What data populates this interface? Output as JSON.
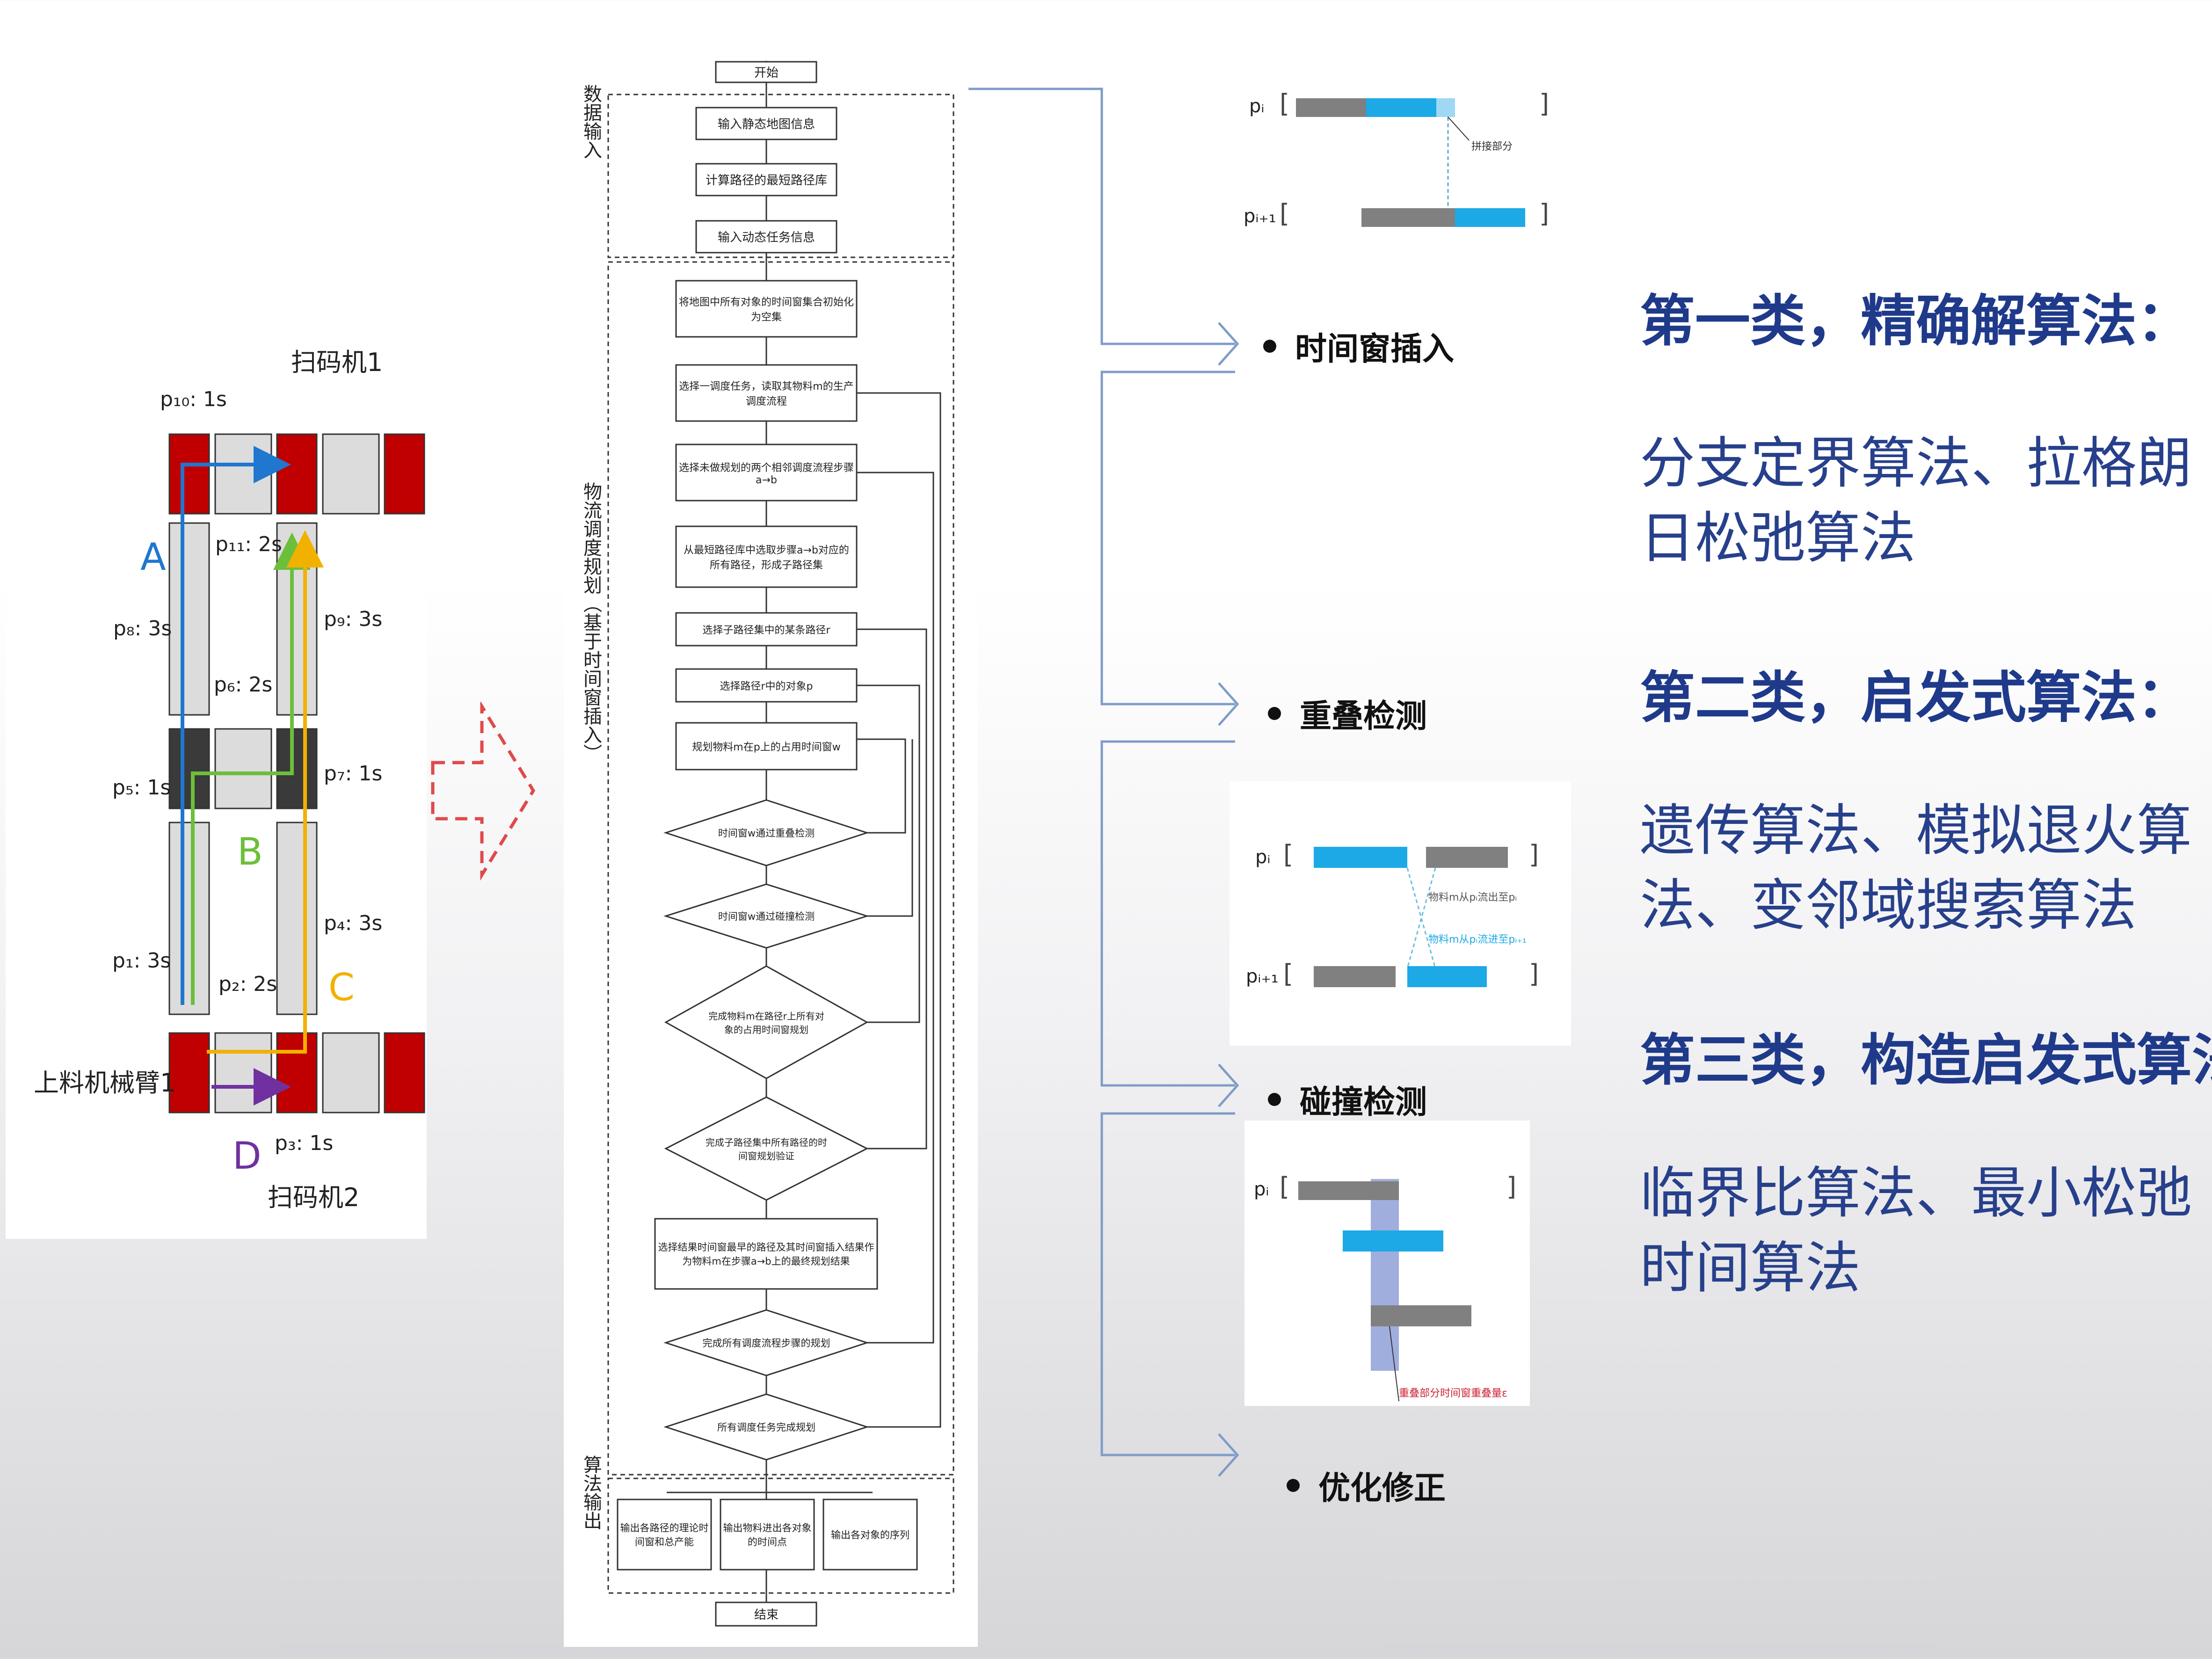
{
  "left_diagram": {
    "scanner1": "扫码机1",
    "scanner2": "扫码机2",
    "loader": "上料机械臂1",
    "labels": {
      "A": "A",
      "B": "B",
      "C": "C",
      "D": "D",
      "p10": "p₁₀: 1s",
      "p11": "p₁₁: 2s",
      "p8": "p₈: 3s",
      "p9": "p₉: 3s",
      "p6": "p₆: 2s",
      "p5": "p₅: 1s",
      "p7": "p₇: 1s",
      "p1": "p₁: 3s",
      "p2": "p₂: 2s",
      "p4": "p₄: 3s",
      "p3": "p₃: 1s"
    },
    "colors": {
      "red": "#c00000",
      "dark": "#3a3a3a",
      "light": "#dcdcdc",
      "A": "#1f77d0",
      "B": "#6cbf3a",
      "C": "#f2b100",
      "D": "#7030a0"
    }
  },
  "flowchart": {
    "start": "开始",
    "end": "结束",
    "sections": {
      "input": "数据输入",
      "plan": "物流调度规划（基于时间窗插入）",
      "output": "算法输出"
    },
    "input_steps": [
      "输入静态地图信息",
      "计算路径的最短路径库",
      "输入动态任务信息"
    ],
    "plan_steps": [
      "将地图中所有对象的时间窗集合初始化为空集",
      "选择一调度任务，读取其物料m的生产调度流程",
      "选择未做规划的两个相邻调度流程步骤a→b",
      "从最短路径库中选取步骤a→b对应的所有路径，形成子路径集",
      "选择子路径集中的某条路径r",
      "选择路径r中的对象p",
      "规划物料m在p上的占用时间窗w"
    ],
    "decisions": [
      "时间窗w通过重叠检测",
      "时间窗w通过碰撞检测",
      "完成物料m在路径r上所有对象的占用时间窗规划",
      "完成子路径集中所有路径的时间窗规划验证",
      "完成所有调度流程步骤的规划",
      "所有调度任务完成规划"
    ],
    "select_step": "选择结果时间窗最早的路径及其时间窗插入结果作为物料m在步骤a→b上的最终规划结果",
    "outputs": [
      "输出各路径的理论时间窗和总产能",
      "输出物料进出各对象的时间点",
      "输出各对象的序列"
    ]
  },
  "bullets": [
    "时间窗插入",
    "重叠检测",
    "碰撞检测",
    "优化修正"
  ],
  "timeline": {
    "pi": "pᵢ",
    "pi1": "pᵢ₊₁",
    "note1": "拼接部分",
    "note2a": "物料m从pᵢ流出至pᵢ",
    "note2b": "物料m从pᵢ流进至pᵢ₊₁",
    "note3": "重叠部分时间窗重叠量ε",
    "colors": {
      "blue": "#1ca9e6",
      "gray": "#808080",
      "purple": "#8fa0d8"
    }
  },
  "categories": [
    {
      "heading": "第一类，精确解算法：",
      "body": "分支定界算法、拉格朗日松弛算法"
    },
    {
      "heading": "第二类，启发式算法：",
      "body": "遗传算法、模拟退火算法、变邻域搜索算法"
    },
    {
      "heading": "第三类，构造启发式算法：",
      "body": "临界比算法、最小松弛时间算法"
    }
  ]
}
